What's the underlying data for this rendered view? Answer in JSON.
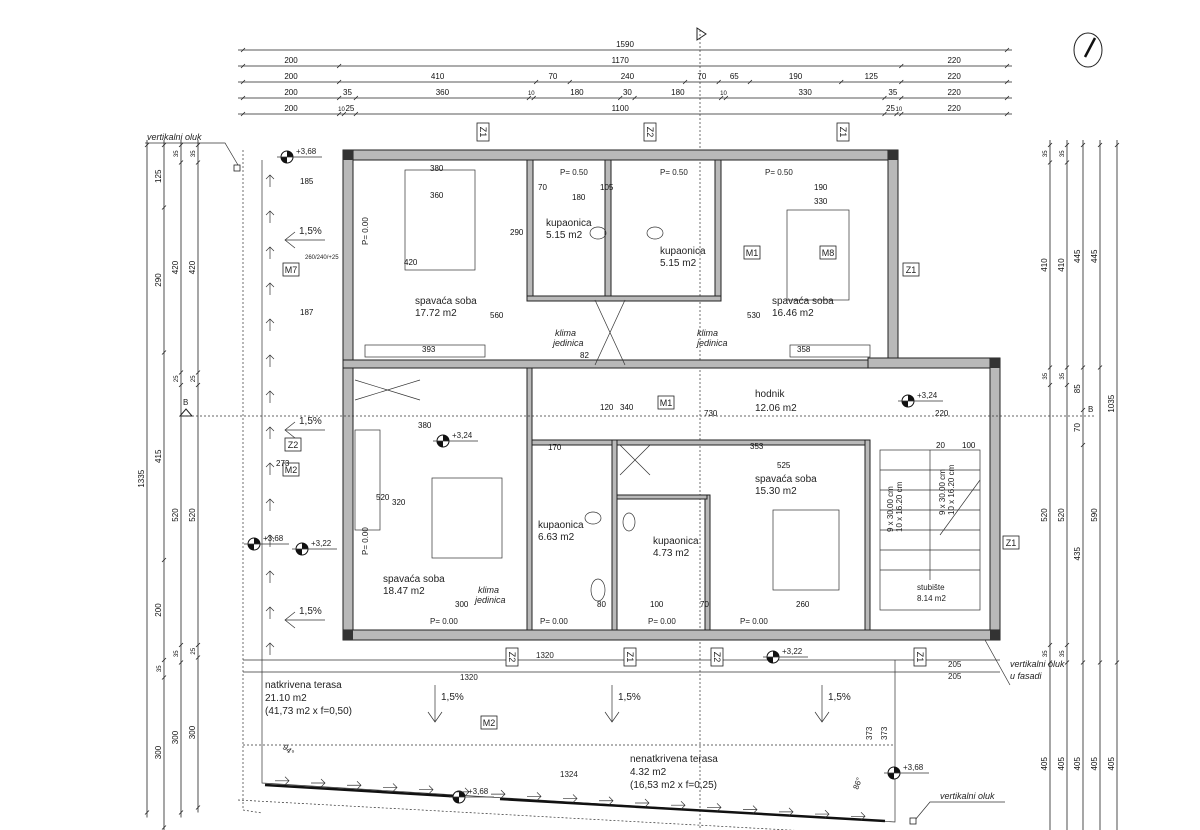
{
  "plan": {
    "rooms": [
      {
        "name": "spavaća soba",
        "area": "17.72 m2"
      },
      {
        "name": "kupaonica",
        "area": "5.15 m2"
      },
      {
        "name": "kupaonica",
        "area": "5.15 m2"
      },
      {
        "name": "spavaća soba",
        "area": "16.46 m2"
      },
      {
        "name": "hodnik",
        "area": "12.06 m2"
      },
      {
        "name": "spavaća soba",
        "area": "18.47 m2"
      },
      {
        "name": "kupaonica",
        "area": "6.63 m2"
      },
      {
        "name": "kupaonica",
        "area": "4.73 m2"
      },
      {
        "name": "spavaća soba",
        "area": "15.30 m2"
      },
      {
        "name": "stubište",
        "area": "8.14 m2"
      }
    ],
    "terraces": [
      {
        "name": "natkrivena terasa",
        "area": "21.10 m2",
        "calc": "(41,73 m2 x f=0,50)"
      },
      {
        "name": "nenatkrivena terasa",
        "area": "4.32 m2",
        "calc": "(16,53 m2 x f=0,25)"
      }
    ],
    "notes": {
      "gutter_top": "vertikalni oluk",
      "gutter_facade_1": "vertikalni oluk",
      "gutter_facade_2": "u fasadi",
      "gutter_bottom": "vertikalni oluk",
      "ac_unit_1": "klima",
      "ac_unit_2": "jedinica",
      "section_mark": "B",
      "slope": "1,5%",
      "parapet_050": "P= 0.50",
      "parapet_000": "P= 0.00",
      "window_code": "260/240/+25",
      "stair_1": "9 x 30.00 cm",
      "stair_2": "10 x 16.20 cm",
      "angle_1": "94°",
      "angle_2": "86°",
      "len_1324": "1324",
      "len_1320": "1320",
      "len_373": "373",
      "len_205": "205"
    },
    "tags": [
      "Z1",
      "Z2",
      "M1",
      "M2",
      "M7",
      "M8"
    ],
    "elevations": [
      "+3,68",
      "+3,24",
      "+3,22"
    ],
    "inner_dims": [
      "360",
      "380",
      "560",
      "393",
      "290",
      "420",
      "180",
      "105",
      "70",
      "330",
      "190",
      "530",
      "358",
      "82",
      "120",
      "730",
      "220",
      "170",
      "353",
      "525",
      "340",
      "380",
      "320",
      "520",
      "300",
      "80",
      "100",
      "70",
      "260",
      "185",
      "187",
      "273",
      "100",
      "20"
    ]
  },
  "dimensions": {
    "top": [
      [
        "1590"
      ],
      [
        "200",
        "1170",
        "220"
      ],
      [
        "200",
        "410",
        "70",
        "240",
        "70",
        "65",
        "190",
        "125",
        "220"
      ],
      [
        "200",
        "35",
        "360",
        "10",
        "180",
        "30",
        "180",
        "10",
        "330",
        "35",
        "220"
      ],
      [
        "200",
        "10",
        "25",
        "1100",
        "25",
        "10",
        "220"
      ]
    ],
    "left": [
      [
        "1335"
      ],
      [
        "125",
        "290",
        "415",
        "200",
        "35",
        "300"
      ],
      [
        "35",
        "420",
        "25",
        "520",
        "35",
        "300"
      ],
      [
        "35",
        "420",
        "25",
        "520",
        "25",
        "300"
      ]
    ],
    "right": [
      [
        "35",
        "410",
        "35",
        "520",
        "35",
        "405"
      ],
      [
        "35",
        "410",
        "35",
        "520",
        "35",
        "405"
      ],
      [
        "445",
        "85",
        "70",
        "435",
        "405"
      ],
      [
        "445",
        "590",
        "405"
      ],
      [
        "1035",
        "405"
      ]
    ]
  }
}
